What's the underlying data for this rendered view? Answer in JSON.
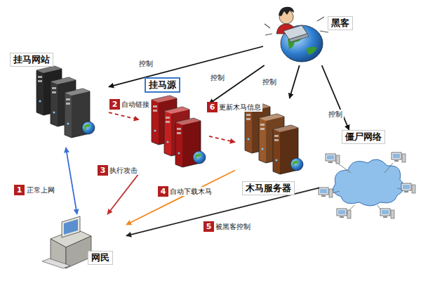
{
  "diagram": {
    "nodes": [
      {
        "text": [
          "挂马网站"
        ]
      },
      {
        "text": [
          "黑客"
        ]
      },
      {
        "text": [
          "挂马源"
        ]
      },
      {
        "text": [
          "木马服务器"
        ]
      },
      {
        "text": [
          "僵尸网络"
        ]
      },
      {
        "text": [
          "网民"
        ]
      }
    ],
    "edges": [
      {
        "from": 1,
        "to": 0,
        "label": "控制",
        "arrow": "to"
      },
      {
        "from": 1,
        "to": 2,
        "label": "控制",
        "arrow": "to"
      },
      {
        "from": 1,
        "to": 3,
        "label": "控制",
        "arrow": "to"
      },
      {
        "from": 1,
        "to": 4,
        "label": "控制",
        "arrow": "to"
      },
      {
        "from": 0,
        "to": 5,
        "label": "正常上网",
        "arrow": "both"
      },
      {
        "from": 0,
        "to": 2,
        "label": "自动链接",
        "arrow": "to"
      },
      {
        "from": 2,
        "to": 5,
        "label": "执行攻击",
        "arrow": "to"
      },
      {
        "from": 3,
        "to": 5,
        "label": "自动下载木马",
        "arrow": "to"
      },
      {
        "from": 4,
        "to": 5,
        "label": "被黑客控制",
        "arrow": "to"
      },
      {
        "from": 2,
        "to": 3,
        "label": "更新木马信息",
        "arrow": "to"
      }
    ],
    "labels": [
      "1",
      "2",
      "3",
      "4",
      "5",
      "6"
    ]
  }
}
